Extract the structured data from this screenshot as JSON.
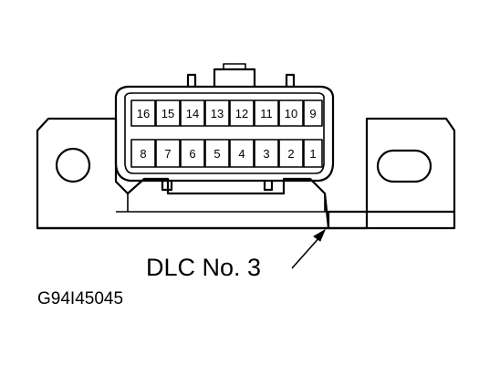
{
  "connector": {
    "top_row": [
      "16",
      "15",
      "14",
      "13",
      "12",
      "11",
      "10",
      "9"
    ],
    "bottom_row": [
      "8",
      "7",
      "6",
      "5",
      "4",
      "3",
      "2",
      "1"
    ]
  },
  "label": "DLC No. 3",
  "figure_code": "G94I45045"
}
